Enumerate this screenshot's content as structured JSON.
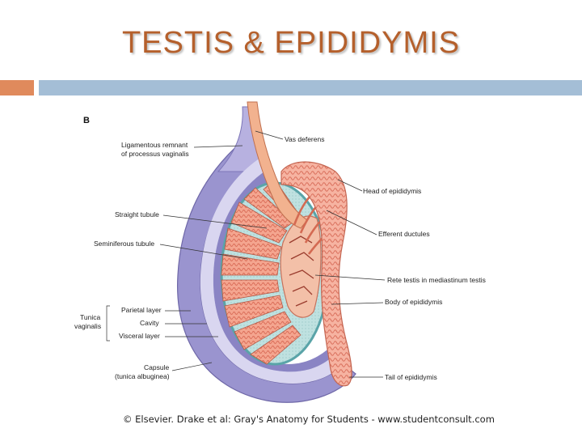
{
  "slide": {
    "title": "TESTIS & EPIDIDYMIS",
    "accent_orange": "#e08a5c",
    "accent_blue": "#a4bed6",
    "title_color": "#b5602c"
  },
  "figure": {
    "panel_label": "B",
    "labels": {
      "ligamentous_1": "Ligamentous remnant",
      "ligamentous_2": "of processus vaginalis",
      "vas_deferens": "Vas deferens",
      "head_of_epididymis": "Head of epididymis",
      "straight_tubule": "Straight tubule",
      "efferent_ductules": "Efferent ductules",
      "seminiferous_tubule": "Seminiferous tubule",
      "rete_testis": "Rete testis in mediastinum testis",
      "body_of_epididymis": "Body of epididymis",
      "tunica_1": "Tunica",
      "tunica_2": "vaginalis",
      "parietal_layer": "Parietal layer",
      "cavity": "Cavity",
      "visceral_layer": "Visceral layer",
      "capsule_1": "Capsule",
      "capsule_2": "(tunica albuginea)",
      "tail_of_epididymis": "Tail of epididymis"
    },
    "credit": "© Elsevier. Drake et al: Gray's Anatomy for Students - www.studentconsult.com"
  }
}
